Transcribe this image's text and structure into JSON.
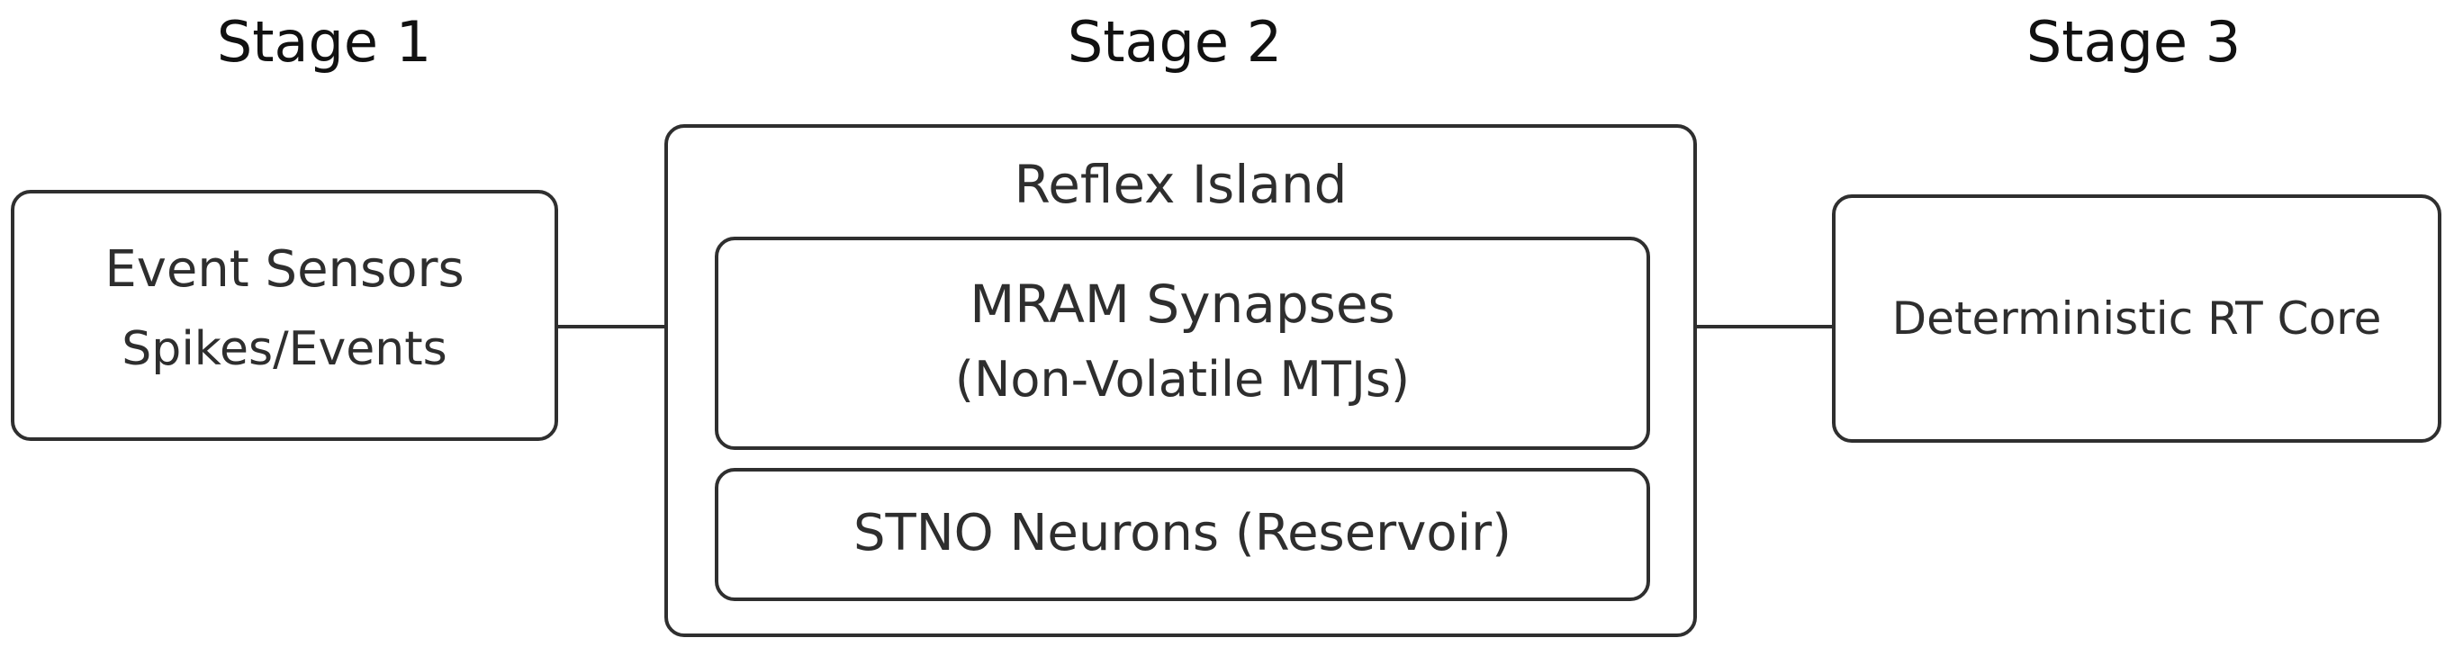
{
  "stages": {
    "stage1": "Stage 1",
    "stage2": "Stage 2",
    "stage3": "Stage 3"
  },
  "sensors": {
    "title": "Event Sensors",
    "subtitle": "Spikes/Events"
  },
  "reflex_island": {
    "title": "Reflex Island",
    "synapses": {
      "title": "MRAM Synapses",
      "subtitle": "(Non-Volatile MTJs)"
    },
    "neurons": {
      "title": "STNO Neurons (Reservoir)"
    }
  },
  "core": {
    "title": "Deterministic RT Core"
  }
}
